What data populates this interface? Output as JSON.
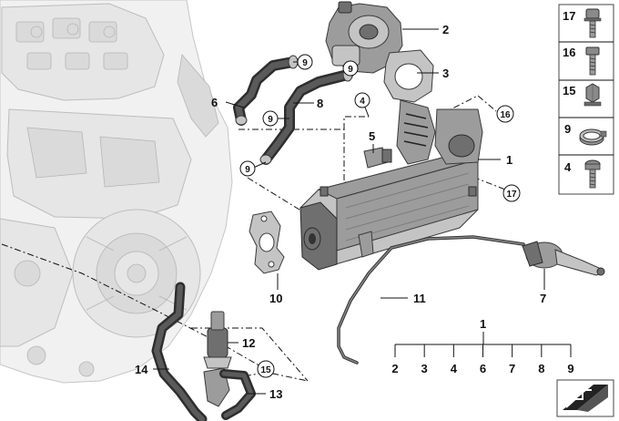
{
  "callouts": {
    "c1": "1",
    "c2": "2",
    "c3": "3",
    "c4": "4",
    "c5": "5",
    "c6": "6",
    "c7": "7",
    "c8": "8",
    "c9a": "9",
    "c9b": "9",
    "c9c": "9",
    "c9d": "9",
    "c10": "10",
    "c11": "11",
    "c12": "12",
    "c13": "13",
    "c14": "14",
    "c15": "15",
    "c16": "16",
    "c17": "17"
  },
  "legend": [
    {
      "number": "17",
      "icon": "bolt-collar-icon"
    },
    {
      "number": "16",
      "icon": "bolt-hex-icon"
    },
    {
      "number": "15",
      "icon": "hex-nut-icon"
    },
    {
      "number": "9",
      "icon": "hose-clamp-icon"
    },
    {
      "number": "4",
      "icon": "torx-bolt-icon"
    }
  ],
  "set_diagram": {
    "parent": "1",
    "children": [
      "2",
      "3",
      "4",
      "6",
      "7",
      "8",
      "9"
    ]
  },
  "colors": {
    "line": "#111111",
    "engine_fill": "#f1f1f1",
    "part_fill": "#9c9c9c"
  },
  "icons": {
    "nav_corner": "arrow-corner-icon"
  }
}
